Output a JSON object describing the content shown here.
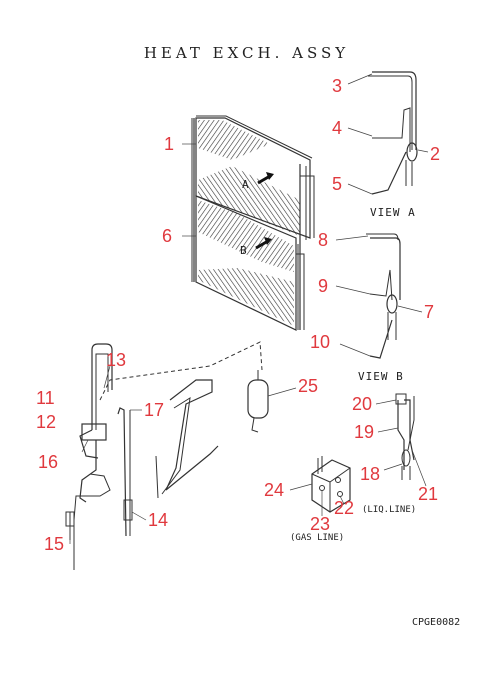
{
  "title": "HEAT EXCH. ASSY",
  "doc_code": "CPGE0082",
  "views": {
    "a": "VIEW A",
    "b": "VIEW B"
  },
  "markers": {
    "a": "A",
    "b": "B"
  },
  "labels": {
    "liq_line": "(LIQ.LINE)",
    "gas_line": "(GAS LINE)"
  },
  "callouts": [
    "1",
    "2",
    "3",
    "4",
    "5",
    "6",
    "7",
    "8",
    "9",
    "10",
    "11",
    "12",
    "13",
    "14",
    "15",
    "16",
    "17",
    "18",
    "19",
    "20",
    "21",
    "22",
    "23",
    "24",
    "25"
  ]
}
